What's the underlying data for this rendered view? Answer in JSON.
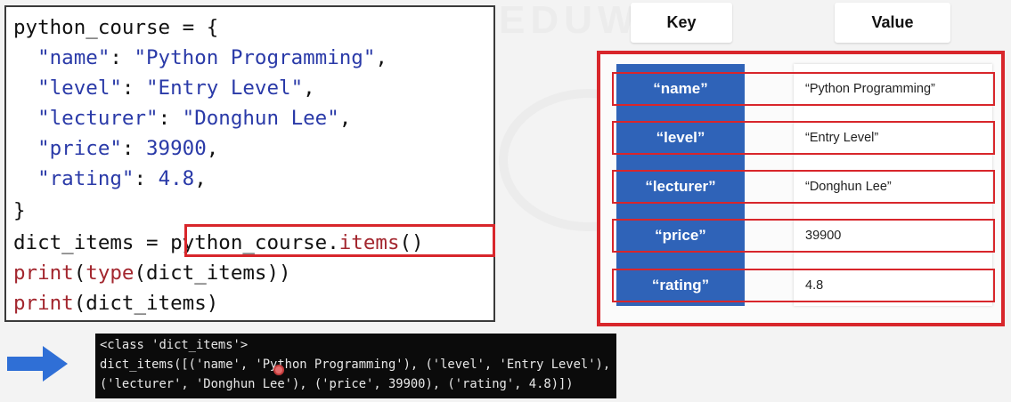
{
  "watermark": "EDUWITH",
  "code": {
    "line1": "python_course = {",
    "entries": [
      {
        "key": "\"name\"",
        "value": "\"Python Programming\"",
        "tail": ","
      },
      {
        "key": "\"level\"",
        "value": "\"Entry Level\"",
        "tail": ","
      },
      {
        "key": "\"lecturer\"",
        "value": "\"Donghun Lee\"",
        "tail": ","
      },
      {
        "key": "\"price\"",
        "value": "39900",
        "tail": ","
      },
      {
        "key": "\"rating\"",
        "value": "4.8",
        "tail": ","
      }
    ],
    "close": "}",
    "assign_lhs": "dict_items = ",
    "assign_obj": "python_course.",
    "assign_method": "items",
    "assign_parens": "()",
    "print1_fn": "print",
    "print1_mid": "(",
    "print1_type": "type",
    "print1_rest": "(dict_items))",
    "print2_fn": "print",
    "print2_rest": "(dict_items)"
  },
  "output": {
    "line1": "<class 'dict_items'>",
    "line2": "dict_items([('name', 'Python Programming'), ('level', 'Entry Level'),",
    "line3": "('lecturer', 'Donghun Lee'), ('price', 39900), ('rating', 4.8)])"
  },
  "table": {
    "key_header": "Key",
    "value_header": "Value",
    "rows": [
      {
        "key": "“name”",
        "value": "“Python Programming”"
      },
      {
        "key": "“level”",
        "value": "“Entry Level”"
      },
      {
        "key": "“lecturer”",
        "value": "“Donghun Lee”"
      },
      {
        "key": "“price”",
        "value": "39900"
      },
      {
        "key": "“rating”",
        "value": "4.8"
      }
    ]
  },
  "colors": {
    "highlight_red": "#d8262b",
    "key_blue": "#2f63b8",
    "string_blue": "#2a3aa8",
    "keyword_red": "#a3262e",
    "arrow_blue": "#2f6fd6"
  },
  "icons": {
    "arrow": "arrow-right-icon"
  }
}
